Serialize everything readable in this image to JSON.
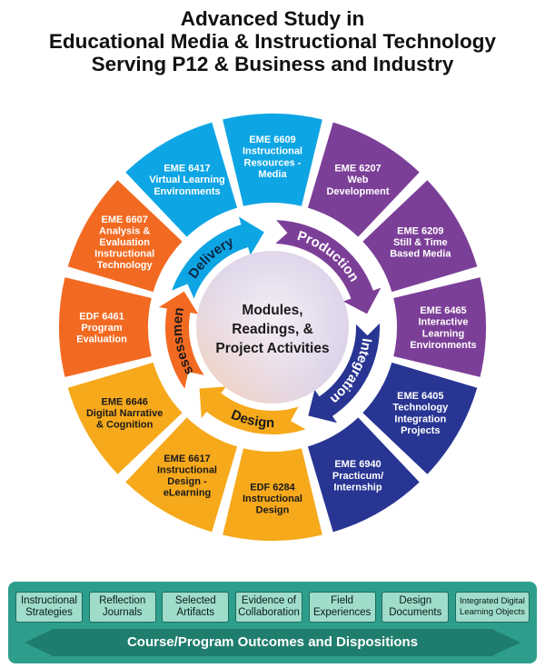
{
  "title": {
    "line1": "Advanced Study in",
    "line2": "Educational Media & Instructional Technology",
    "line3": "Serving P12 & Business and Industry"
  },
  "center": {
    "lines": [
      "Modules,",
      "Readings, &",
      "Project Activities"
    ]
  },
  "colors": {
    "delivery": "#0ea5e4",
    "production": "#7c3f98",
    "integration": "#283593",
    "design": "#f6a91b",
    "assessment": "#f26a21",
    "footer": "#2e9e8c",
    "chip": "#9fdcc9"
  },
  "phases": {
    "delivery": "Delivery",
    "production": "Production",
    "integration": "Integration",
    "design": "Design",
    "assessment": "Assessment"
  },
  "courses": [
    {
      "lines": [
        "EME 6609",
        "Instructional",
        "Resources -",
        "Media"
      ],
      "phase": "delivery"
    },
    {
      "lines": [
        "EME 6207",
        "Web",
        "Development"
      ],
      "phase": "production"
    },
    {
      "lines": [
        "EME 6209",
        "Still & Time",
        "Based Media"
      ],
      "phase": "production"
    },
    {
      "lines": [
        "EME 6465",
        "Interactive",
        "Learning",
        "Environments"
      ],
      "phase": "production"
    },
    {
      "lines": [
        "EME 6405",
        "Technology",
        "Integration",
        "Projects"
      ],
      "phase": "integration"
    },
    {
      "lines": [
        "EME 6940",
        "Practicum/",
        "Internship"
      ],
      "phase": "integration"
    },
    {
      "lines": [
        "EDF 6284",
        "Instructional",
        "Design"
      ],
      "phase": "design"
    },
    {
      "lines": [
        "EME 6617",
        "Instructional",
        "Design -",
        "eLearning"
      ],
      "phase": "design"
    },
    {
      "lines": [
        "EME 6646",
        "Digital Narrative",
        "& Cognition"
      ],
      "phase": "design"
    },
    {
      "lines": [
        "EDF 6461",
        "Program",
        "Evaluation"
      ],
      "phase": "assessment"
    },
    {
      "lines": [
        "EME 6607",
        "Analysis &",
        "Evaluation",
        "Instructional",
        "Technology"
      ],
      "phase": "assessment"
    },
    {
      "lines": [
        "EME 6417",
        "Virtual Learning",
        "Environments"
      ],
      "phase": "delivery"
    }
  ],
  "footer": {
    "chips": [
      "Instructional Strategies",
      "Reflection Journals",
      "Selected Artifacts",
      "Evidence of Collaboration",
      "Field Experiences",
      "Design Documents",
      "Integrated Digital Learning Objects"
    ],
    "bar_label": "Course/Program Outcomes and Dispositions"
  }
}
